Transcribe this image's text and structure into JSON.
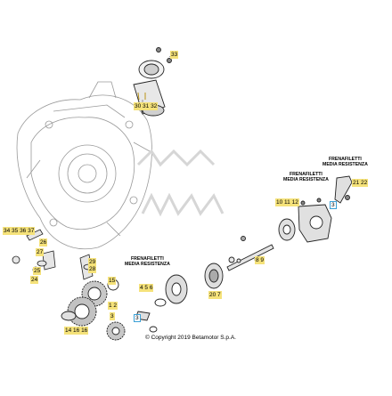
{
  "labels": {
    "l33": "33",
    "l30_31_32": "30 31 32",
    "l34_35_36_37": "34 35 36 37",
    "l26": "26",
    "l27": "27",
    "l25": "25",
    "l24": "24",
    "l29": "29",
    "l28": "28",
    "l15": "15",
    "l1_2": "1  2",
    "l3_left": "3",
    "l4_5_6": "4  5  6",
    "l3_mid": "3",
    "l14_16_16": "14 16 16",
    "l20_7": "20  7",
    "l8_9": "8  9",
    "l10_11_12": "10 11 12",
    "l3_right": "3",
    "l21_22": "21 22"
  },
  "notes": {
    "frena_left": "FRENAFILETTI\nMEDIA RESISTENZA",
    "frena_mid": "FRENAFILETTI\nMEDIA RESISTENZA",
    "frena_right": "FRENAFILETTI\nMEDIA RESISTENZA"
  },
  "copyright": "© Copyright 2019 Betamotor S.p.A.",
  "colors": {
    "label_fill": "#f5e27a",
    "label_blue_border": "#3aa0d6",
    "line": "#222222",
    "light_line": "#9a9a9a"
  }
}
